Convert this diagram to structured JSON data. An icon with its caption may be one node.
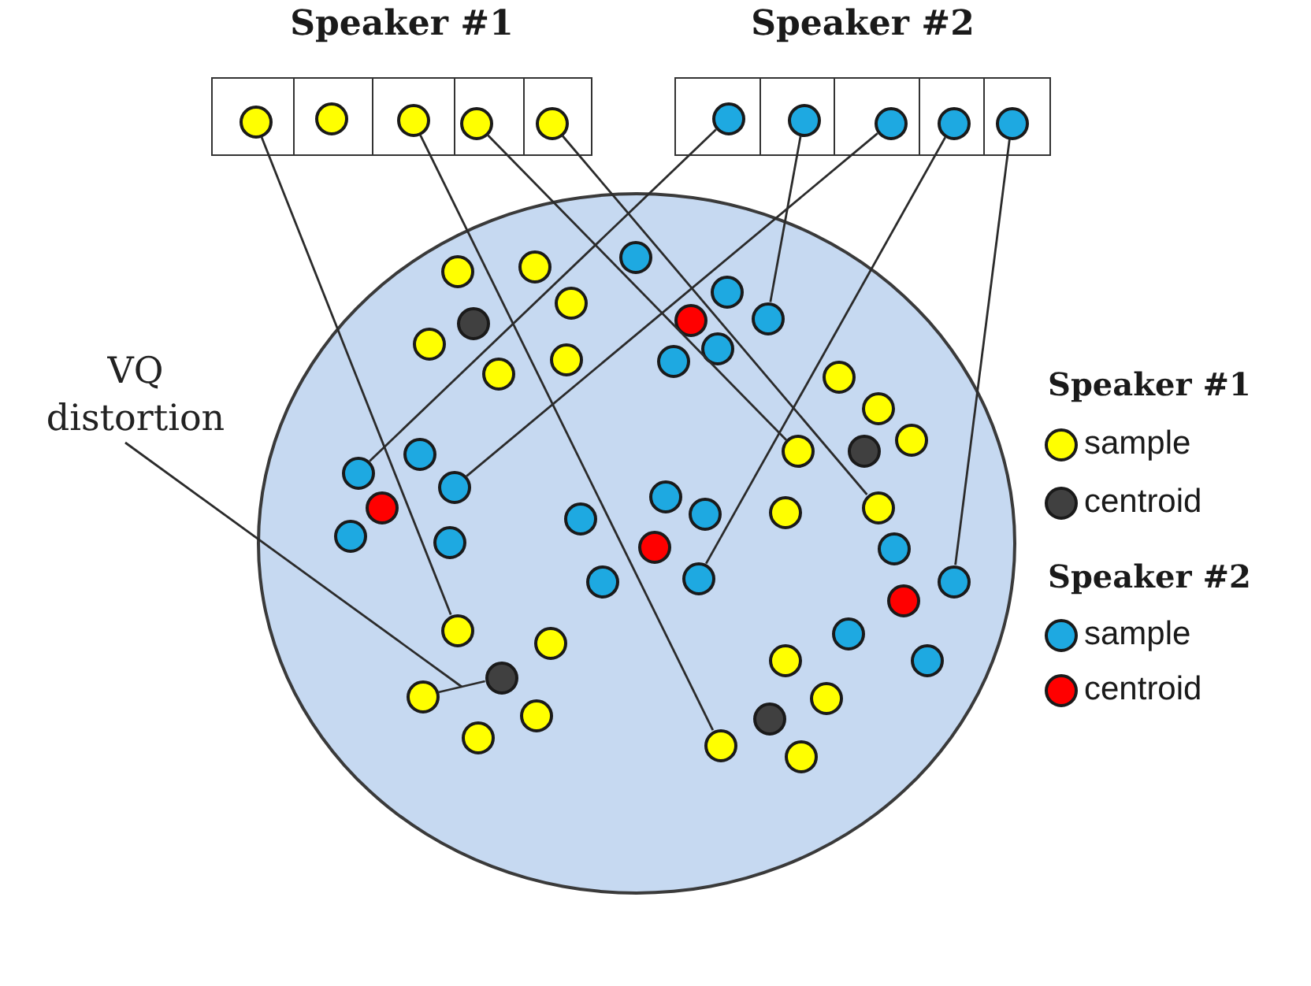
{
  "diagram": {
    "nodes": [
      {
        "text": [
          "Speaker #1"
        ]
      },
      {
        "text": [],
        "shape": "circle",
        "in": 0
      },
      {
        "text": [],
        "shape": "circle",
        "in": 0
      },
      {
        "text": [],
        "shape": "circle",
        "in": 0
      },
      {
        "text": [],
        "shape": "circle",
        "in": 0
      },
      {
        "text": [],
        "shape": "circle",
        "in": 0
      },
      {
        "text": [
          "Speaker #2"
        ]
      },
      {
        "text": [],
        "shape": "circle",
        "in": 6
      },
      {
        "text": [],
        "shape": "circle",
        "in": 6
      },
      {
        "text": [],
        "shape": "circle",
        "in": 6
      },
      {
        "text": [],
        "shape": "circle",
        "in": 6
      },
      {
        "text": [],
        "shape": "circle",
        "in": 6
      },
      {
        "text": [],
        "shape": "circle"
      },
      {
        "text": [],
        "shape": "circle",
        "in": 12
      },
      {
        "text": [],
        "shape": "circle",
        "in": 12
      },
      {
        "text": [],
        "shape": "circle",
        "in": 12
      },
      {
        "text": [],
        "shape": "circle",
        "in": 12
      },
      {
        "text": [],
        "shape": "circle",
        "in": 12
      },
      {
        "text": [],
        "shape": "circle",
        "in": 12
      },
      {
        "text": [],
        "shape": "circle",
        "in": 12
      },
      {
        "text": [],
        "shape": "circle",
        "in": 12
      },
      {
        "text": [],
        "shape": "circle",
        "in": 12
      },
      {
        "text": [],
        "shape": "circle",
        "in": 12
      },
      {
        "text": [],
        "shape": "circle",
        "in": 12
      },
      {
        "text": [],
        "shape": "circle",
        "in": 12
      },
      {
        "text": [],
        "shape": "circle",
        "in": 12
      },
      {
        "text": [],
        "shape": "circle",
        "in": 12
      },
      {
        "text": [],
        "shape": "circle",
        "in": 12
      },
      {
        "text": [],
        "shape": "circle",
        "in": 12
      },
      {
        "text": [],
        "shape": "circle",
        "in": 12
      },
      {
        "text": [],
        "shape": "circle",
        "in": 12
      },
      {
        "text": [],
        "shape": "circle",
        "in": 12
      },
      {
        "text": [],
        "shape": "circle",
        "in": 12
      },
      {
        "text": [],
        "shape": "circle",
        "in": 12
      },
      {
        "text": [],
        "shape": "circle",
        "in": 12
      },
      {
        "text": [],
        "shape": "circle",
        "in": 12
      },
      {
        "text": [],
        "shape": "circle",
        "in": 12
      },
      {
        "text": [],
        "shape": "circle",
        "in": 12
      },
      {
        "text": [],
        "shape": "circle",
        "in": 12
      },
      {
        "text": [],
        "shape": "circle",
        "in": 12
      },
      {
        "text": [],
        "shape": "circle",
        "in": 12
      },
      {
        "text": [],
        "shape": "circle",
        "in": 12
      },
      {
        "text": [],
        "shape": "circle",
        "in": 12
      },
      {
        "text": [],
        "shape": "circle",
        "in": 12
      },
      {
        "text": [],
        "shape": "circle",
        "in": 12
      },
      {
        "text": [],
        "shape": "circle",
        "in": 12
      },
      {
        "text": [],
        "shape": "circle",
        "in": 12
      },
      {
        "text": [],
        "shape": "circle",
        "in": 12
      },
      {
        "text": [],
        "shape": "circle",
        "in": 12
      },
      {
        "text": [],
        "shape": "circle",
        "in": 12
      },
      {
        "text": [],
        "shape": "circle",
        "in": 12
      },
      {
        "text": [],
        "shape": "circle",
        "in": 12
      },
      {
        "text": [],
        "shape": "circle",
        "in": 12
      },
      {
        "text": [],
        "shape": "circle",
        "in": 12
      },
      {
        "text": [],
        "shape": "circle",
        "in": 12
      },
      {
        "text": [],
        "shape": "circle",
        "in": 12
      },
      {
        "text": [],
        "shape": "circle",
        "in": 12
      },
      {
        "text": [],
        "shape": "circle",
        "in": 12
      },
      {
        "text": [],
        "shape": "circle",
        "in": 12
      },
      {
        "text": [],
        "shape": "circle",
        "in": 12
      },
      {
        "text": [],
        "shape": "circle",
        "in": 12
      },
      {
        "text": [
          "VQ distortion"
        ]
      }
    ],
    "edges": [
      {
        "from": 1,
        "to": 48,
        "arrow": "none"
      },
      {
        "from": 3,
        "to": 59,
        "arrow": "none"
      },
      {
        "from": 4,
        "to": 28,
        "arrow": "none"
      },
      {
        "from": 5,
        "to": 36,
        "arrow": "none"
      },
      {
        "from": 7,
        "to": 32,
        "arrow": "none"
      },
      {
        "from": 8,
        "to": 18,
        "arrow": "none"
      },
      {
        "from": 9,
        "to": 33,
        "arrow": "none"
      },
      {
        "from": 10,
        "to": 44,
        "arrow": "none"
      },
      {
        "from": 11,
        "to": 46,
        "arrow": "none"
      },
      {
        "from": 54,
        "to": 53,
        "arrow": "none"
      },
      {
        "from": 61,
        "to": null,
        "arrow": "none"
      }
    ],
    "labels": [
      "Speaker #1",
      "Speaker #2"
    ],
    "legend": [
      {
        "text": "sample",
        "color": "#ffff00"
      },
      {
        "text": "centroid",
        "color": "#404040"
      },
      {
        "text": "sample",
        "color": "#1ea9e1"
      },
      {
        "text": "centroid",
        "color": "#ff0000"
      }
    ]
  }
}
